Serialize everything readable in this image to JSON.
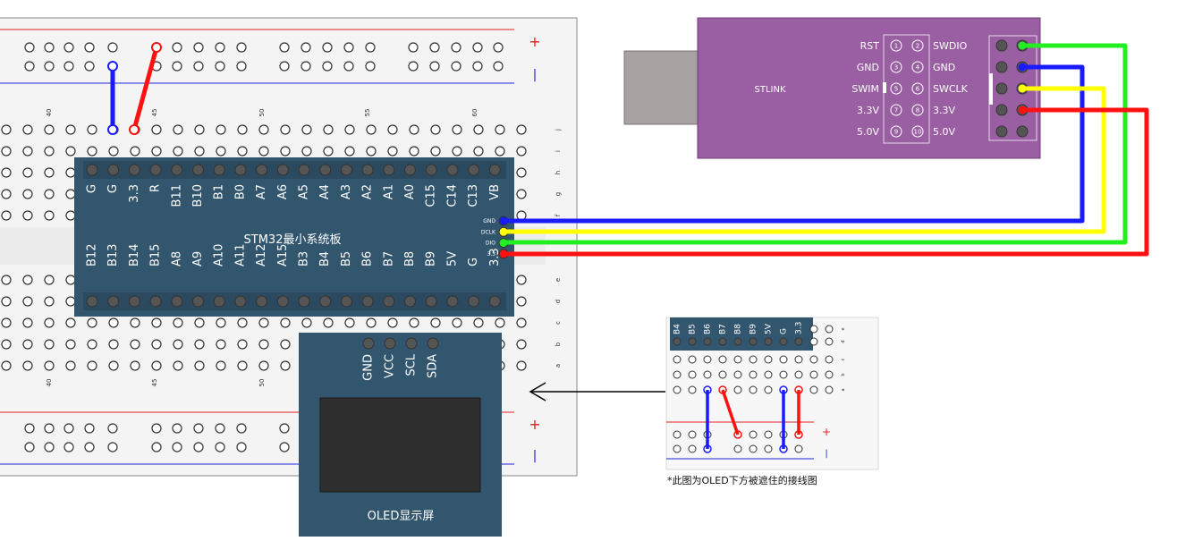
{
  "breadboard": {
    "plus_sign": "+",
    "minus_sign": "|",
    "column_numbers": [
      "40",
      "45",
      "50",
      "55",
      "60"
    ],
    "row_letters_top": [
      "j",
      "i",
      "h",
      "g",
      "f"
    ],
    "row_letters_bottom": [
      "e",
      "d",
      "c",
      "b",
      "a"
    ]
  },
  "stm32": {
    "title": "STM32最小系统板",
    "top_pins": [
      "G",
      "G",
      "3.3",
      "R",
      "B11",
      "B10",
      "B1",
      "B0",
      "A7",
      "A6",
      "A5",
      "A4",
      "A3",
      "A2",
      "A1",
      "A0",
      "C15",
      "C14",
      "C13",
      "VB"
    ],
    "bottom_pins": [
      "B12",
      "B13",
      "B14",
      "B15",
      "A8",
      "A9",
      "A10",
      "A11",
      "A12",
      "A15",
      "B3",
      "B4",
      "B5",
      "B6",
      "B7",
      "B8",
      "B9",
      "5V",
      "G",
      "3.3"
    ],
    "swd_pins": [
      "GND",
      "DCLK",
      "DIO",
      "3.3"
    ]
  },
  "stlink": {
    "label": "STLINK",
    "left_labels": [
      "RST",
      "GND",
      "SWIM",
      "3.3V",
      "5.0V"
    ],
    "right_labels": [
      "SWDIO",
      "GND",
      "SWCLK",
      "3.3V",
      "5.0V"
    ],
    "pin_numbers": [
      "1",
      "2",
      "3",
      "4",
      "5",
      "6",
      "7",
      "8",
      "9",
      "10"
    ]
  },
  "oled": {
    "label": "OLED显示屏",
    "pins": [
      "GND",
      "VCC",
      "SCL",
      "SDA"
    ]
  },
  "inset": {
    "pins": [
      "B4",
      "B5",
      "B6",
      "B7",
      "B8",
      "B9",
      "5V",
      "G",
      "3.3"
    ],
    "caption": "*此图为OLED下方被遮住的接线图",
    "plus_sign": "+",
    "minus_sign": "|",
    "row_letters": [
      "e",
      "d",
      "c",
      "b",
      "a"
    ]
  },
  "colors": {
    "board": "#33566f",
    "stlink": "#9a5fa3",
    "gnd_wire": "#1a1aff",
    "clk_wire": "#ffff00",
    "dio_wire": "#22ee22",
    "power_wire": "#ff1111"
  }
}
